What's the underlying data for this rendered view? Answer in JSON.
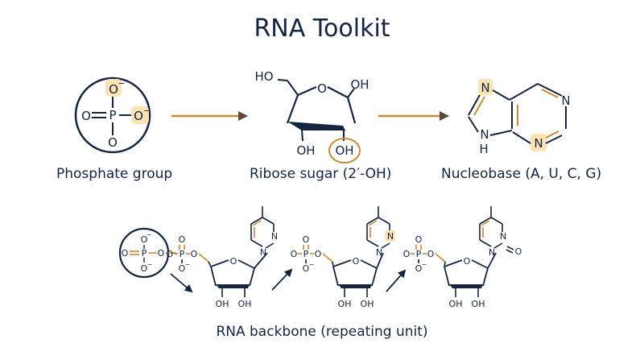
{
  "title": "RNA Toolkit",
  "captions": {
    "phosphate": "Phosphate group",
    "ribose": "Ribose sugar (2′-OH)",
    "nucleobase": "Nucleobase (A, U, C, G)",
    "backbone": "RNA backbone (repeating unit)"
  },
  "atoms": {
    "O": "O",
    "O_minus": "O",
    "minus": "−",
    "P": "P",
    "N": "N",
    "H": "H",
    "HO": "HO",
    "OH": "OH"
  },
  "colors": {
    "ink": "#15243f",
    "accent": "#c8893a",
    "highlight": "#fbe3b4"
  }
}
